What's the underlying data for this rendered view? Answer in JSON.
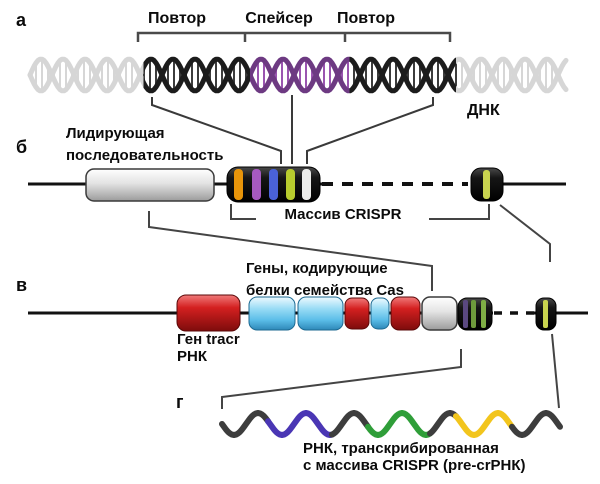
{
  "panel_a": {
    "letter": "а",
    "repeat_left": "Повтор",
    "spacer": "Спейсер",
    "repeat_right": "Повтор",
    "dna": "ДНК"
  },
  "panel_b": {
    "letter": "б",
    "leader_line1": "Лидирующая",
    "leader_line2": "последовательность",
    "array_label": "Массив CRISPR"
  },
  "panel_v": {
    "letter": "в",
    "cas_line1": "Гены, кодирующие",
    "cas_line2": "белки семейства Cas",
    "tracr_line1": "Ген tracr",
    "tracr_line2": "РНК"
  },
  "panel_g": {
    "letter": "г",
    "rna_line1": "РНК, транскрибированная",
    "rna_line2": "с массива CRISPR (pre-crРНК)"
  },
  "colors": {
    "helix_faded": "#d6d6d6",
    "helix_repeat": "#1c1c1c",
    "helix_spacer_purple": "#6d3a82",
    "line_black": "#111111",
    "pointer_gray": "#444444",
    "array_stripe_orange": "#e8950a",
    "array_stripe_purple": "#a75ac0",
    "array_stripe_blue": "#4a62d8",
    "array_stripe_green": "#b8cc2e",
    "array_stripe_white": "#ececea",
    "small_stripe_green": "#c9d44f",
    "cas_red": "#c01818",
    "cas_blue": "#5bbde8",
    "wave_dark": "#3d3d3d",
    "wave_purple": "#4a36b4",
    "wave_green": "#2f9e39",
    "wave_yellow": "#f2c51d"
  },
  "rna_wave_segments": [
    {
      "from": 222,
      "to": 268,
      "color": "#3d3d3d"
    },
    {
      "from": 268,
      "to": 332,
      "color": "#4a36b4"
    },
    {
      "from": 332,
      "to": 368,
      "color": "#3d3d3d"
    },
    {
      "from": 368,
      "to": 430,
      "color": "#2f9e39"
    },
    {
      "from": 430,
      "to": 456,
      "color": "#3d3d3d"
    },
    {
      "from": 456,
      "to": 512,
      "color": "#f2c51d"
    },
    {
      "from": 512,
      "to": 560,
      "color": "#3d3d3d"
    }
  ]
}
